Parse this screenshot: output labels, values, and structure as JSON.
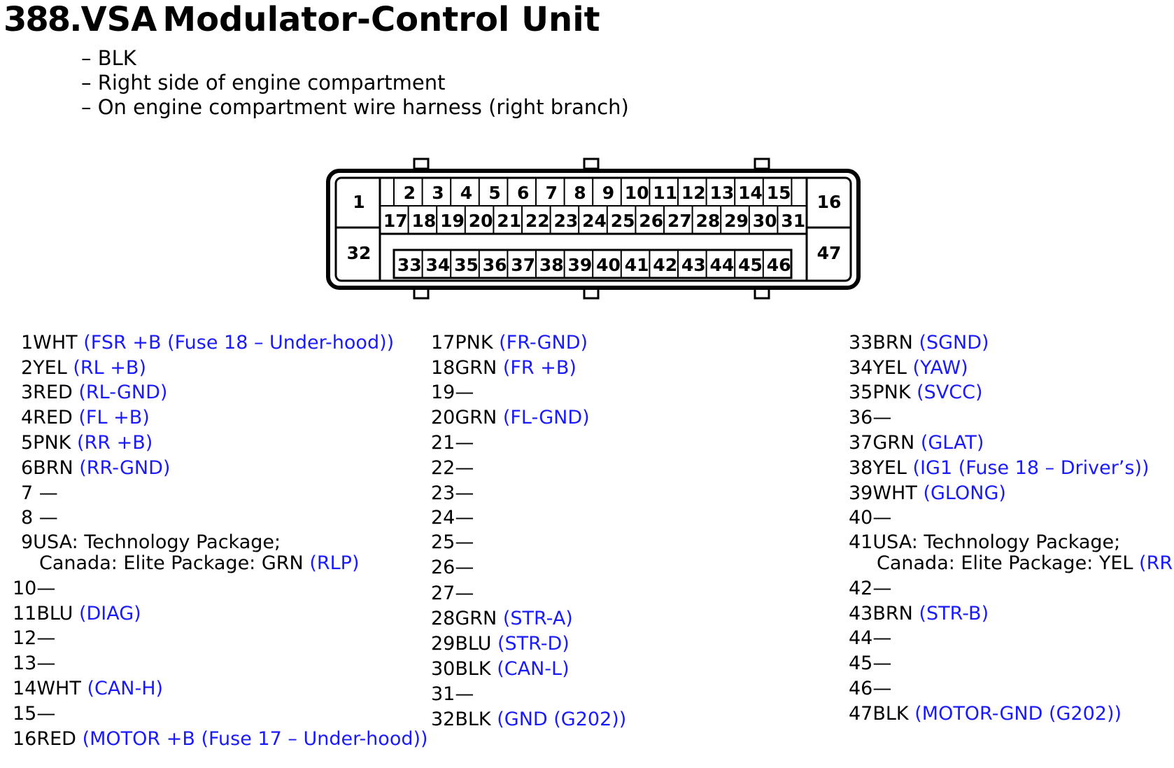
{
  "title": {
    "number": "388.",
    "name_a": "VSA",
    "name_b": "Modulator-Control Unit"
  },
  "info": [
    "– BLK",
    "– Right side of engine compartment",
    "– On engine compartment wire harness (right branch)"
  ],
  "connector": {
    "top_row": [
      "2",
      "3",
      "4",
      "5",
      "6",
      "7",
      "8",
      "9",
      "10",
      "11",
      "12",
      "13",
      "14",
      "15"
    ],
    "middle_row": [
      "17",
      "18",
      "19",
      "20",
      "21",
      "22",
      "23",
      "24",
      "25",
      "26",
      "27",
      "28",
      "29",
      "30",
      "31"
    ],
    "bottom_row": [
      "33",
      "34",
      "35",
      "36",
      "37",
      "38",
      "39",
      "40",
      "41",
      "42",
      "43",
      "44",
      "45",
      "46"
    ],
    "corner_pins": {
      "top_left": "1",
      "bottom_left": "32",
      "top_right": "16",
      "bottom_right": "47"
    }
  },
  "pins_col1": [
    {
      "id": "1",
      "wire": "1WHT",
      "desc": "(FSR +B (Fuse 18 – Under-hood))"
    },
    {
      "id": "2",
      "wire": "2YEL",
      "desc": "(RL +B)"
    },
    {
      "id": "3",
      "wire": "3RED",
      "desc": "(RL-GND)"
    },
    {
      "id": "4",
      "wire": "4RED",
      "desc": "(FL +B)"
    },
    {
      "id": "5",
      "wire": "5PNK",
      "desc": "(RR +B)"
    },
    {
      "id": "6",
      "wire": "6BRN",
      "desc": "(RR-GND)"
    },
    {
      "id": "7",
      "wire": "7 —",
      "desc": ""
    },
    {
      "id": "8",
      "wire": "8 —",
      "desc": ""
    },
    {
      "id": "9a",
      "wire": "9USA: Technology Package;",
      "desc": ""
    },
    {
      "id": "9b",
      "wire": "Canada: Elite Package: GRN",
      "desc": "(RLP)"
    },
    {
      "id": "10",
      "wire": "10—",
      "desc": ""
    },
    {
      "id": "11",
      "wire": "11BLU",
      "desc": "(DIAG)"
    },
    {
      "id": "12",
      "wire": "12—",
      "desc": ""
    },
    {
      "id": "13",
      "wire": "13—",
      "desc": ""
    },
    {
      "id": "14",
      "wire": "14WHT",
      "desc": "(CAN-H)"
    },
    {
      "id": "15",
      "wire": "15—",
      "desc": ""
    },
    {
      "id": "16",
      "wire": "16RED",
      "desc": "(MOTOR +B (Fuse 17 – Under-hood))"
    }
  ],
  "pins_col2": [
    {
      "id": "17",
      "wire": "17PNK",
      "desc": "(FR-GND)"
    },
    {
      "id": "18",
      "wire": "18GRN",
      "desc": "(FR +B)"
    },
    {
      "id": "19",
      "wire": "19—",
      "desc": ""
    },
    {
      "id": "20",
      "wire": "20GRN",
      "desc": "(FL-GND)"
    },
    {
      "id": "21",
      "wire": "21—",
      "desc": ""
    },
    {
      "id": "22",
      "wire": "22—",
      "desc": ""
    },
    {
      "id": "23",
      "wire": "23—",
      "desc": ""
    },
    {
      "id": "24",
      "wire": "24—",
      "desc": ""
    },
    {
      "id": "25",
      "wire": "25—",
      "desc": ""
    },
    {
      "id": "26",
      "wire": "26—",
      "desc": ""
    },
    {
      "id": "27",
      "wire": "27—",
      "desc": ""
    },
    {
      "id": "28",
      "wire": "28GRN",
      "desc": "(STR-A)"
    },
    {
      "id": "29",
      "wire": "29BLU",
      "desc": "(STR-D)"
    },
    {
      "id": "30",
      "wire": "30BLK",
      "desc": "(CAN-L)"
    },
    {
      "id": "31",
      "wire": "31—",
      "desc": ""
    },
    {
      "id": "32",
      "wire": "32BLK",
      "desc": "(GND (G202))"
    }
  ],
  "pins_col3": [
    {
      "id": "33",
      "wire": "33BRN",
      "desc": "(SGND)"
    },
    {
      "id": "34",
      "wire": "34YEL",
      "desc": "(YAW)"
    },
    {
      "id": "35",
      "wire": "35PNK",
      "desc": "(SVCC)"
    },
    {
      "id": "36",
      "wire": "36—",
      "desc": ""
    },
    {
      "id": "37",
      "wire": "37GRN",
      "desc": "(GLAT)"
    },
    {
      "id": "38",
      "wire": "38YEL",
      "desc": "(IG1 (Fuse 18 – Driver’s))"
    },
    {
      "id": "39",
      "wire": "39WHT",
      "desc": "(GLONG)"
    },
    {
      "id": "40",
      "wire": "40—",
      "desc": ""
    },
    {
      "id": "41a",
      "wire": "41USA: Technology Package;",
      "desc": ""
    },
    {
      "id": "41b",
      "wire": "Canada: Elite Package: YEL",
      "desc": "(RRP)"
    },
    {
      "id": "42",
      "wire": "42—",
      "desc": ""
    },
    {
      "id": "43",
      "wire": "43BRN",
      "desc": "(STR-B)"
    },
    {
      "id": "44",
      "wire": "44—",
      "desc": ""
    },
    {
      "id": "45",
      "wire": "45—",
      "desc": ""
    },
    {
      "id": "46",
      "wire": "46—",
      "desc": ""
    },
    {
      "id": "47",
      "wire": "47BLK",
      "desc": "(MOTOR-GND (G202))"
    }
  ],
  "colors": {
    "description": "#1a1aff",
    "text": "#000000"
  }
}
